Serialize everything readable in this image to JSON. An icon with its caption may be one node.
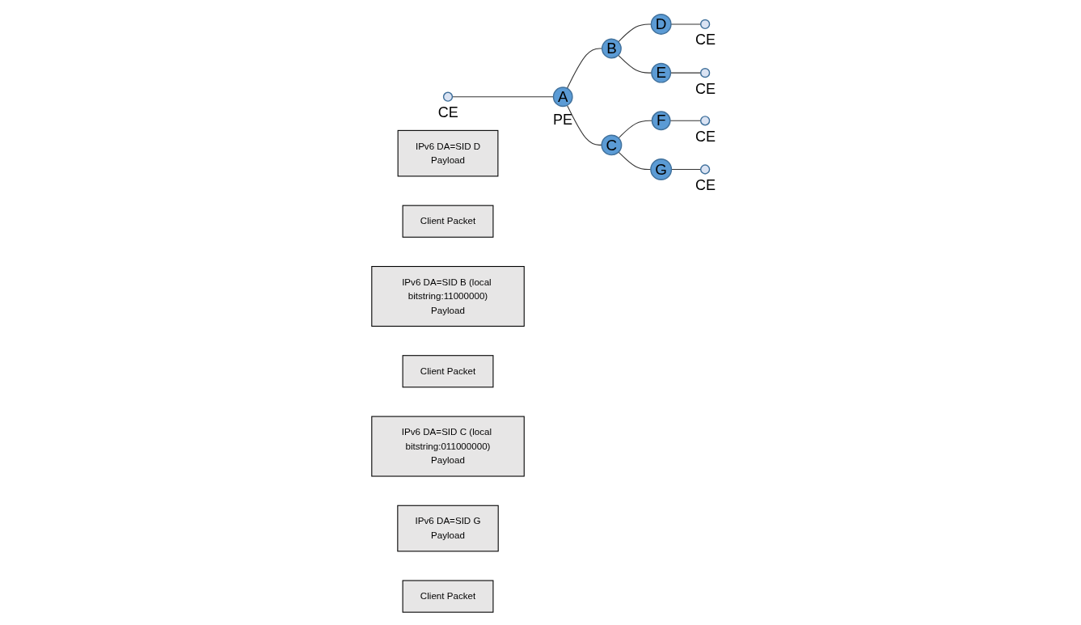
{
  "diagram": {
    "nodes": [
      {
        "text": [],
        "shape": "circle",
        "beside": [
          "CE"
        ]
      },
      {
        "text": [
          "A"
        ],
        "beside": [
          "PE"
        ]
      },
      {
        "text": [
          "B"
        ]
      },
      {
        "text": [
          "C"
        ]
      },
      {
        "text": [
          "D"
        ]
      },
      {
        "text": [
          "E"
        ]
      },
      {
        "text": [
          "F"
        ]
      },
      {
        "text": [
          "G"
        ]
      },
      {
        "text": [],
        "shape": "circle",
        "beside": [
          "CE"
        ]
      },
      {
        "text": [],
        "shape": "circle",
        "beside": [
          "CE"
        ]
      },
      {
        "text": [],
        "shape": "circle",
        "beside": [
          "CE"
        ]
      },
      {
        "text": [],
        "shape": "circle",
        "beside": [
          "CE"
        ]
      },
      {
        "text": [
          "IPv6 DA=SID D",
          "Payload"
        ]
      },
      {
        "text": [
          "Client Packet"
        ]
      },
      {
        "text": [
          "IPv6 DA=SID B (local bitstring:11000000)",
          "Payload"
        ]
      },
      {
        "text": [
          "Client Packet"
        ]
      },
      {
        "text": [
          "IPv6 DA=SID C (local bitstring:011000000)",
          "Payload"
        ]
      },
      {
        "text": [
          "IPv6 DA=SID G",
          "Payload"
        ]
      },
      {
        "text": [
          "Client Packet"
        ]
      }
    ],
    "edges": [
      {
        "from": 0,
        "to": 1,
        "arrow": "none"
      },
      {
        "from": 1,
        "to": 2,
        "arrow": "none"
      },
      {
        "from": 1,
        "to": 3,
        "arrow": "none"
      },
      {
        "from": 2,
        "to": 4,
        "arrow": "none"
      },
      {
        "from": 2,
        "to": 5,
        "arrow": "none"
      },
      {
        "from": 3,
        "to": 6,
        "arrow": "none"
      },
      {
        "from": 3,
        "to": 7,
        "arrow": "none"
      },
      {
        "from": 4,
        "to": 8,
        "arrow": "none"
      },
      {
        "from": 5,
        "to": 9,
        "arrow": "none"
      },
      {
        "from": 6,
        "to": 10,
        "arrow": "none"
      },
      {
        "from": 7,
        "to": 11,
        "arrow": "none"
      }
    ]
  }
}
